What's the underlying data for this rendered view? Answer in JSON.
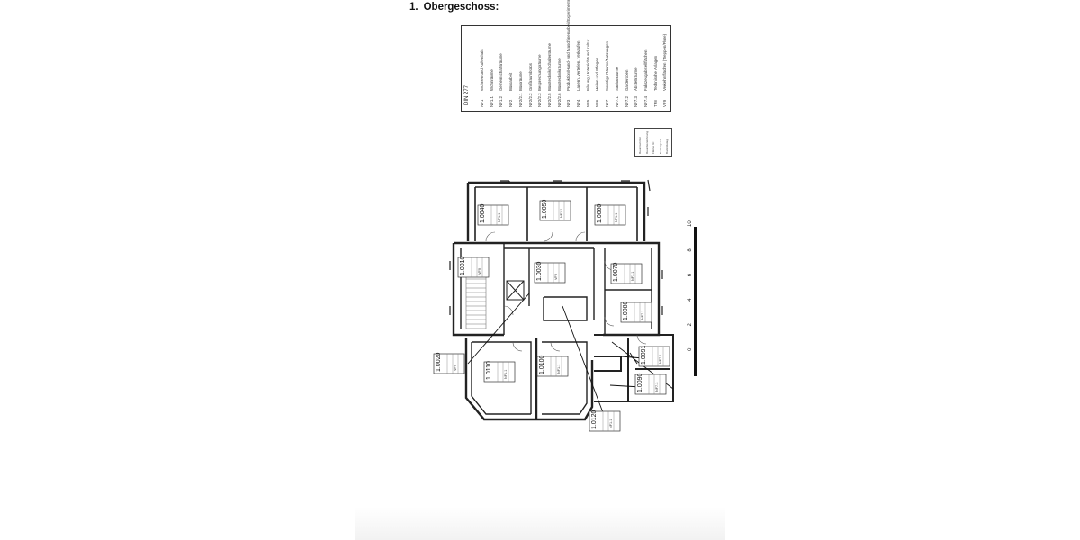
{
  "header": {
    "number": "1.",
    "title": "Obergeschoss:"
  },
  "legend": {
    "heading": "DIN 277",
    "items": [
      {
        "code": "NF1",
        "label": "Wohnen und Aufenthalt"
      },
      {
        "code": "NF1.1",
        "label": "Wohnräume"
      },
      {
        "code": "NF1.2",
        "label": "Gemeinschaftsräume"
      },
      {
        "code": "NF2",
        "label": "Büroarbeit"
      },
      {
        "code": "NF2/2.1",
        "label": "Büroräume"
      },
      {
        "code": "NF2/2.2",
        "label": "Großraumbüros"
      },
      {
        "code": "NF2/2.3",
        "label": "Besprechungsräume"
      },
      {
        "code": "NF2/2.5",
        "label": "Bürotechnik/Schalterräume"
      },
      {
        "code": "NF2/2.6",
        "label": "Bürotechnikräume"
      },
      {
        "code": "NF3",
        "label": "Produktion/Hand- und Maschinenarbeit/Experimente"
      },
      {
        "code": "NF4",
        "label": "Lagern, Verteilen, Verkaufen"
      },
      {
        "code": "NF5",
        "label": "Bildung, Unterricht und Kultur"
      },
      {
        "code": "NF6",
        "label": "Heilen und Pflegen"
      },
      {
        "code": "NF7",
        "label": "Sonstige Räume/Nutzungen"
      },
      {
        "code": "NF7.1",
        "label": "Sanitärräume"
      },
      {
        "code": "NF7.2",
        "label": "Garderoben"
      },
      {
        "code": "NF7.3",
        "label": "Abstellräume"
      },
      {
        "code": "NF7.4",
        "label": "Fahrzeugabstellflächen"
      },
      {
        "code": "TF8",
        "label": "Technische Anlagen"
      },
      {
        "code": "VF9",
        "label": "Verkehrsflächen (Treppen/Flure)"
      }
    ]
  },
  "small_legend": {
    "rows": [
      "Raumnummer",
      "Raumbezeichnung",
      "Fläche m²",
      "Nutzungsart",
      "Bodenbelag"
    ]
  },
  "rooms": [
    {
      "id": "1.0040",
      "use": "NF1.1"
    },
    {
      "id": "1.0050",
      "use": "NF1.1"
    },
    {
      "id": "1.0060",
      "use": "NF1.1"
    },
    {
      "id": "1.0010",
      "use": "VF9"
    },
    {
      "id": "1.0030",
      "use": "VF9"
    },
    {
      "id": "1.0070",
      "use": "NF1.1"
    },
    {
      "id": "1.0080",
      "use": "NF7.1"
    },
    {
      "id": "1.0020",
      "use": "VF9"
    },
    {
      "id": "1.0110",
      "use": "NF1.1"
    },
    {
      "id": "1.0100",
      "use": "NF1.1"
    },
    {
      "id": "1.0091",
      "use": "NF7.1"
    },
    {
      "id": "1.0090",
      "use": "NF7.3"
    },
    {
      "id": "1.0120",
      "use": "NF1.1"
    }
  ],
  "scale_bar": {
    "ticks": [
      "0",
      "2",
      "4",
      "6",
      "8",
      "10"
    ]
  }
}
